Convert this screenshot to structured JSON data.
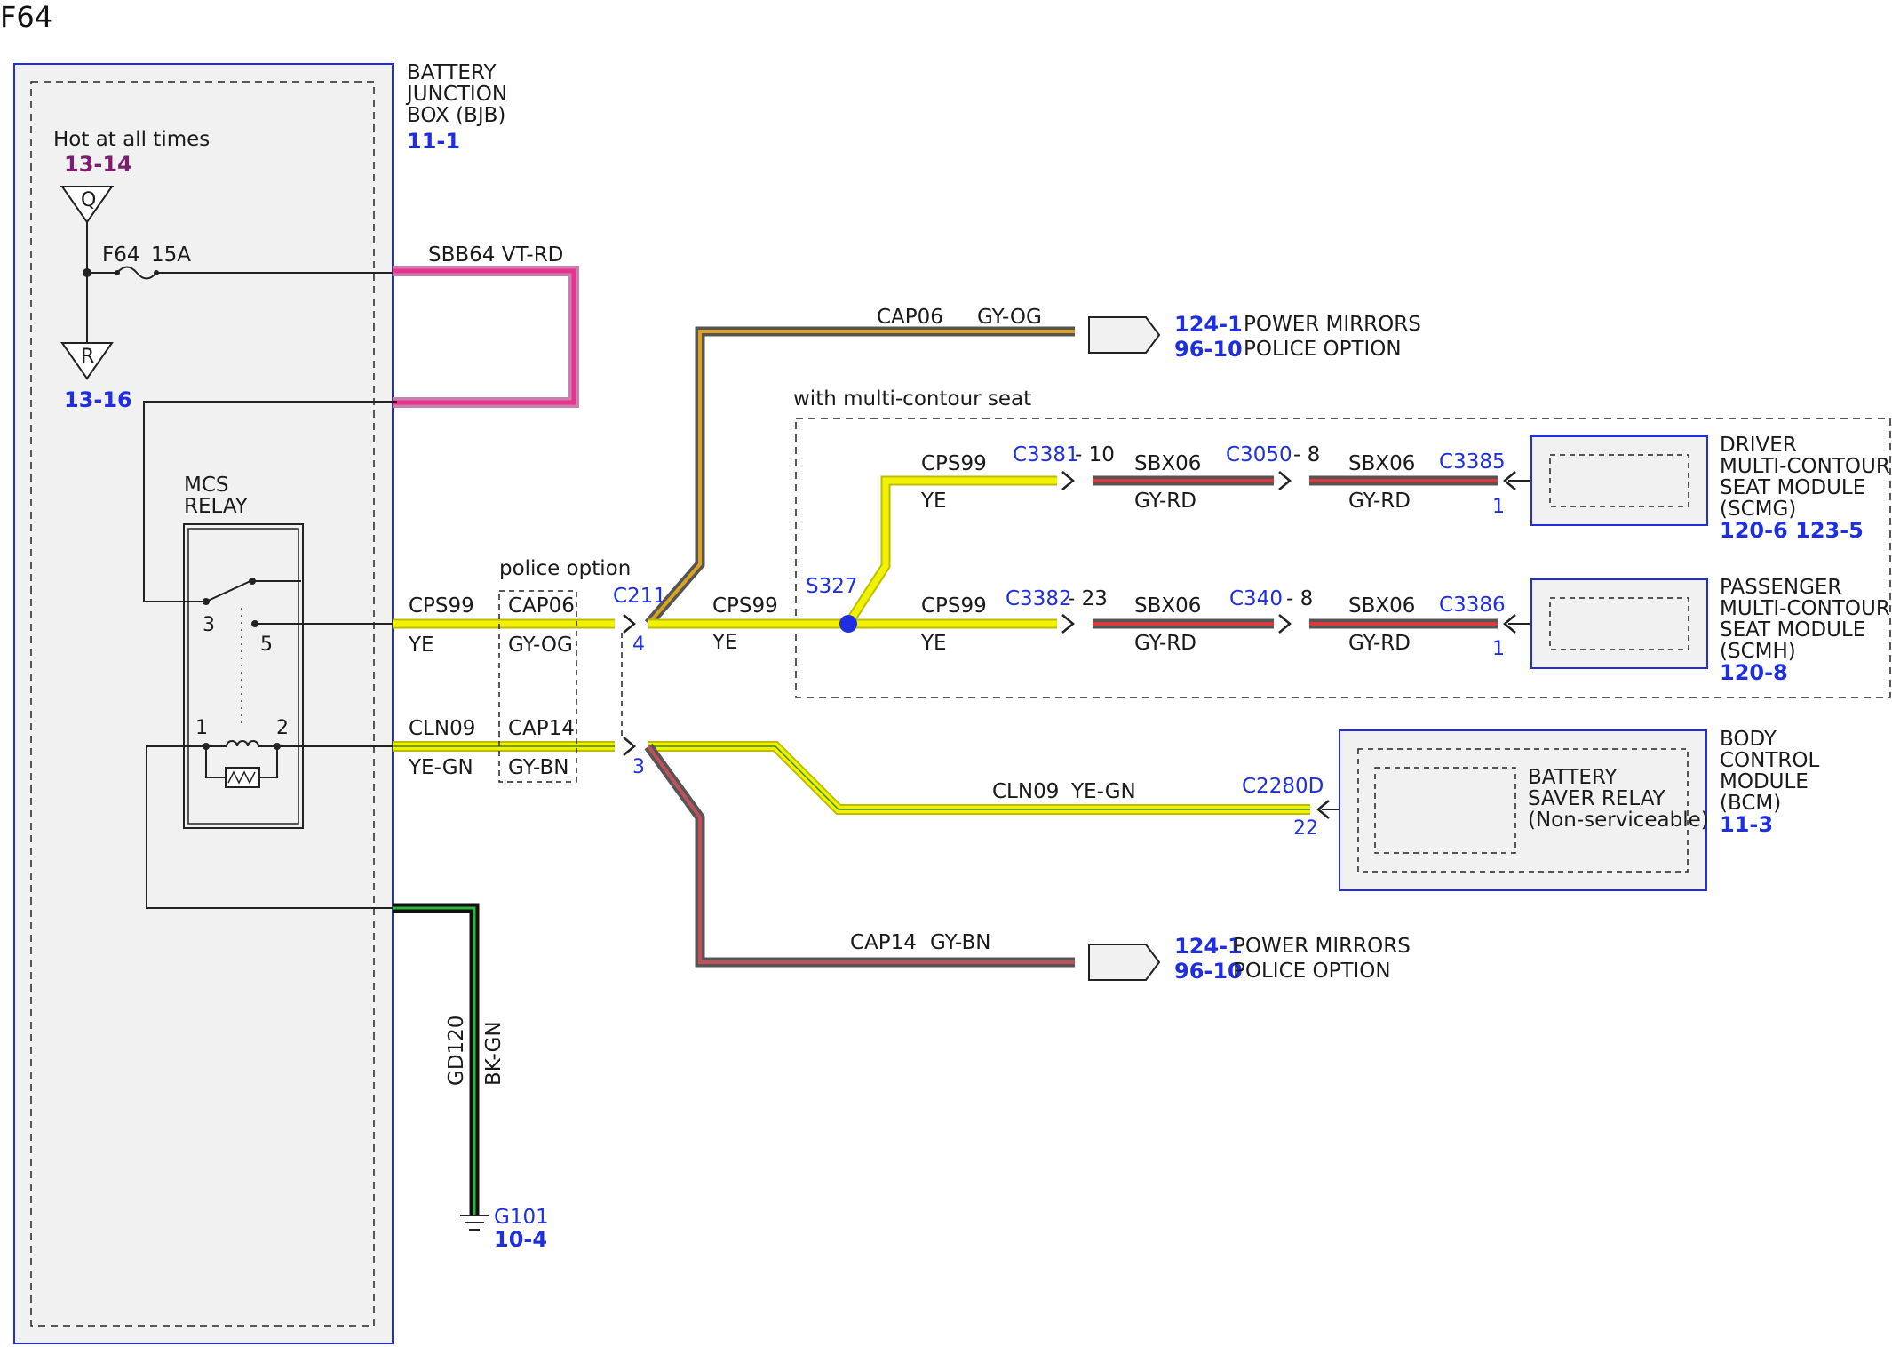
{
  "title": "F64",
  "bjb": {
    "line1": "BATTERY",
    "line2": "JUNCTION",
    "line3": "BOX (BJB)",
    "ref": "11-1",
    "hot_label": "Hot at all times",
    "ref_q": "13-14",
    "ref_r": "13-16",
    "terminal_q": "Q",
    "terminal_r": "R",
    "fuse": "F64",
    "fuse_rating": "15A",
    "relay_line1": "MCS",
    "relay_line2": "RELAY",
    "relay_pins": [
      "3",
      "5",
      "1",
      "2"
    ]
  },
  "wires": {
    "sbb64": "SBB64 VT-RD",
    "cps99": "CPS99",
    "ye": "YE",
    "cap06": "CAP06",
    "gy_og": "GY-OG",
    "cln09": "CLN09",
    "ye_gn": "YE-GN",
    "cap14": "CAP14",
    "gy_bn": "GY-BN",
    "sbx06": "SBX06",
    "gy_rd": "GY-RD",
    "gd120": "GD120",
    "bk_gn": "BK-GN",
    "police_option_label": "police option",
    "multi_contour_label": "with multi-contour seat"
  },
  "connectors": {
    "c211": "C211",
    "c211_pin4": "4",
    "c211_pin3": "3",
    "s327": "S327",
    "c3381": "C3381",
    "c3381_pin": "- 10",
    "c3050": "C3050",
    "c3050_pin": "- 8",
    "c3385": "C3385",
    "c3385_pin": "1",
    "c3382": "C3382",
    "c3382_pin": "- 23",
    "c340": "C340",
    "c340_pin": "- 8",
    "c3386": "C3386",
    "c3386_pin": "1",
    "c2280d": "C2280D",
    "c2280d_pin": "22",
    "g101": "G101",
    "g101_ref": "10-4"
  },
  "destinations": {
    "top": {
      "ref1": "124-1",
      "label1": "POWER MIRRORS",
      "ref2": "96-10",
      "label2": "POLICE OPTION"
    },
    "bottom": {
      "ref1": "124-1",
      "label1": "POWER MIRRORS",
      "ref2": "96-10",
      "label2": "POLICE OPTION"
    }
  },
  "modules": {
    "driver": {
      "l1": "DRIVER",
      "l2": "MULTI-CONTOUR",
      "l3": "SEAT MODULE",
      "l4": "(SCMG)",
      "ref": "120-6 123-5"
    },
    "passenger": {
      "l1": "PASSENGER",
      "l2": "MULTI-CONTOUR",
      "l3": "SEAT MODULE",
      "l4": "(SCMH)",
      "ref": "120-8"
    },
    "bcm": {
      "l1": "BODY",
      "l2": "CONTROL",
      "l3": "MODULE",
      "l4": "(BCM)",
      "ref": "11-3",
      "relay_l1": "BATTERY",
      "relay_l2": "SAVER RELAY",
      "relay_l3": "(Non-serviceable)"
    }
  },
  "colors": {
    "module_border": "#1f2fe0",
    "module_fill": "#f1f1f1",
    "wire_yellow": "#f2f200",
    "wire_pink": "#e8338a",
    "wire_ground": "#111111",
    "ref_blue": "#1f2fe0",
    "ref_purple": "#7a1f6e"
  }
}
